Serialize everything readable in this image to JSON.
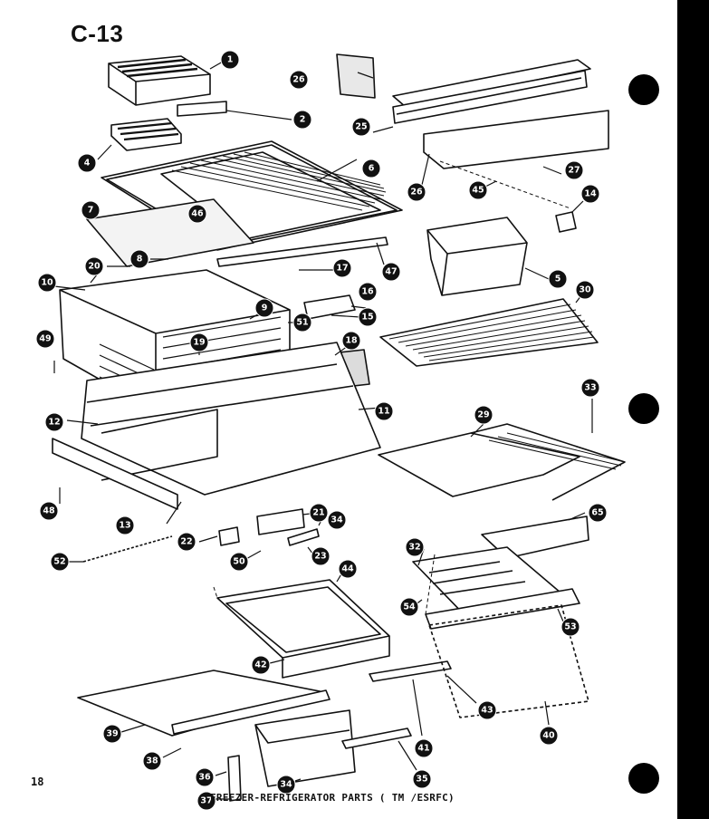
{
  "page": {
    "title": "C-13",
    "page_number": "18",
    "caption": "FREEZER-REFRIGERATOR PARTS ( TM /ESRFC)"
  },
  "callouts": [
    {
      "label": "1"
    },
    {
      "label": "26"
    },
    {
      "label": "2"
    },
    {
      "label": "25"
    },
    {
      "label": "4"
    },
    {
      "label": "6"
    },
    {
      "label": "27"
    },
    {
      "label": "26"
    },
    {
      "label": "46"
    },
    {
      "label": "45"
    },
    {
      "label": "14"
    },
    {
      "label": "7"
    },
    {
      "label": "8"
    },
    {
      "label": "47"
    },
    {
      "label": "5"
    },
    {
      "label": "10"
    },
    {
      "label": "20"
    },
    {
      "label": "17"
    },
    {
      "label": "16"
    },
    {
      "label": "15"
    },
    {
      "label": "30"
    },
    {
      "label": "9"
    },
    {
      "label": "51"
    },
    {
      "label": "49"
    },
    {
      "label": "19"
    },
    {
      "label": "18"
    },
    {
      "label": "33"
    },
    {
      "label": "29"
    },
    {
      "label": "11"
    },
    {
      "label": "12"
    },
    {
      "label": "48"
    },
    {
      "label": "13"
    },
    {
      "label": "21"
    },
    {
      "label": "34"
    },
    {
      "label": "22"
    },
    {
      "label": "65"
    },
    {
      "label": "32"
    },
    {
      "label": "52"
    },
    {
      "label": "50"
    },
    {
      "label": "23"
    },
    {
      "label": "44"
    },
    {
      "label": "54"
    },
    {
      "label": "53"
    },
    {
      "label": "42"
    },
    {
      "label": "43"
    },
    {
      "label": "40"
    },
    {
      "label": "39"
    },
    {
      "label": "41"
    },
    {
      "label": "38"
    },
    {
      "label": "36"
    },
    {
      "label": "34"
    },
    {
      "label": "35"
    },
    {
      "label": "37"
    }
  ],
  "colors": {
    "ink": "#111111",
    "paper": "#ffffff"
  }
}
